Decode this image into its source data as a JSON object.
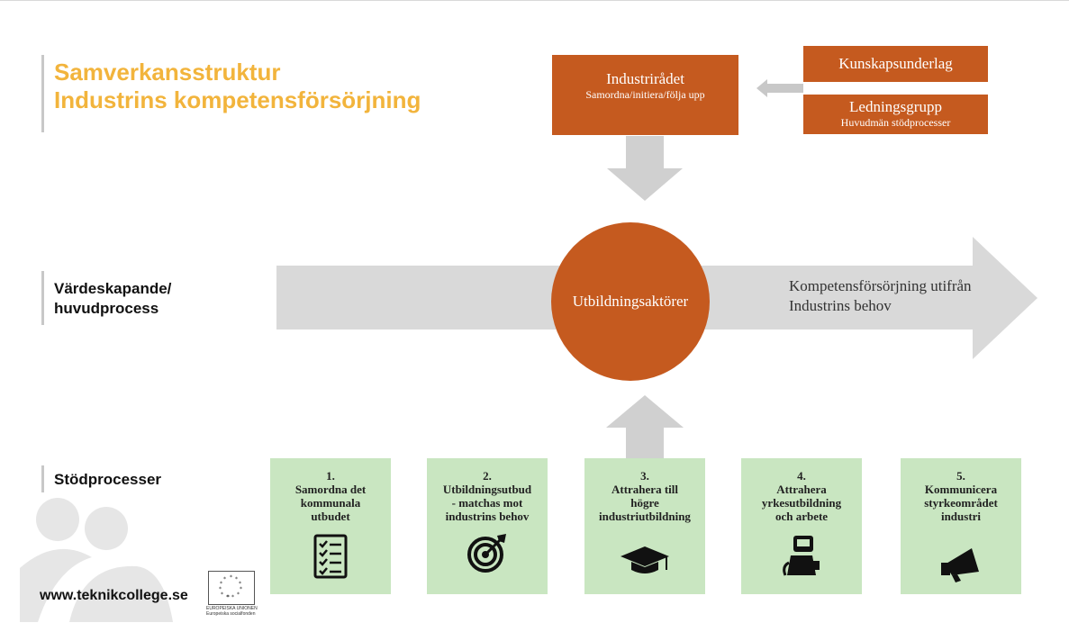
{
  "title": {
    "line1": "Samverkansstruktur",
    "line2": "Industrins kompetensförsörjning"
  },
  "sections": {
    "main_process": {
      "line1": "Värdeskapande/",
      "line2": "huvudprocess"
    },
    "support": "Stödprocesser"
  },
  "top": {
    "industriradet": {
      "title": "Industrirådet",
      "subtitle": "Samordna/initiera/följa upp"
    },
    "kunskapsunderlag": "Kunskapsunderlag",
    "ledningsgrupp": {
      "title": "Ledningsgrupp",
      "subtitle": "Huvudmän stödprocesser"
    }
  },
  "center": "Utbildningsaktörer",
  "arrow_text": {
    "line1": "Kompetensförsörjning utifrån",
    "line2": "Industrins behov"
  },
  "support_processes": [
    {
      "num": "1.",
      "lines": [
        "Samordna det",
        "kommunala",
        "utbudet"
      ],
      "icon": "checklist-icon"
    },
    {
      "num": "2.",
      "lines": [
        "Utbildningsutbud",
        "- matchas mot",
        "industrins behov"
      ],
      "icon": "target-icon"
    },
    {
      "num": "3.",
      "lines": [
        "Attrahera till",
        "högre",
        "industriutbildning"
      ],
      "icon": "graduation-cap-icon"
    },
    {
      "num": "4.",
      "lines": [
        "Attrahera",
        "yrkesutbildning",
        "och arbete"
      ],
      "icon": "worker-icon"
    },
    {
      "num": "5.",
      "lines": [
        "Kommunicera",
        "styrkeområdet",
        "industri"
      ],
      "icon": "megaphone-icon"
    }
  ],
  "footer": {
    "url": "www.teknikcollege.se",
    "eu_line1": "EUROPEISKA UNIONEN",
    "eu_line2": "Europeiska socialfonden"
  },
  "colors": {
    "orange": "#c55a1f",
    "title_yellow": "#f2b43c",
    "green": "#c9e6c1",
    "gray_arrow": "#d9d9d9"
  }
}
